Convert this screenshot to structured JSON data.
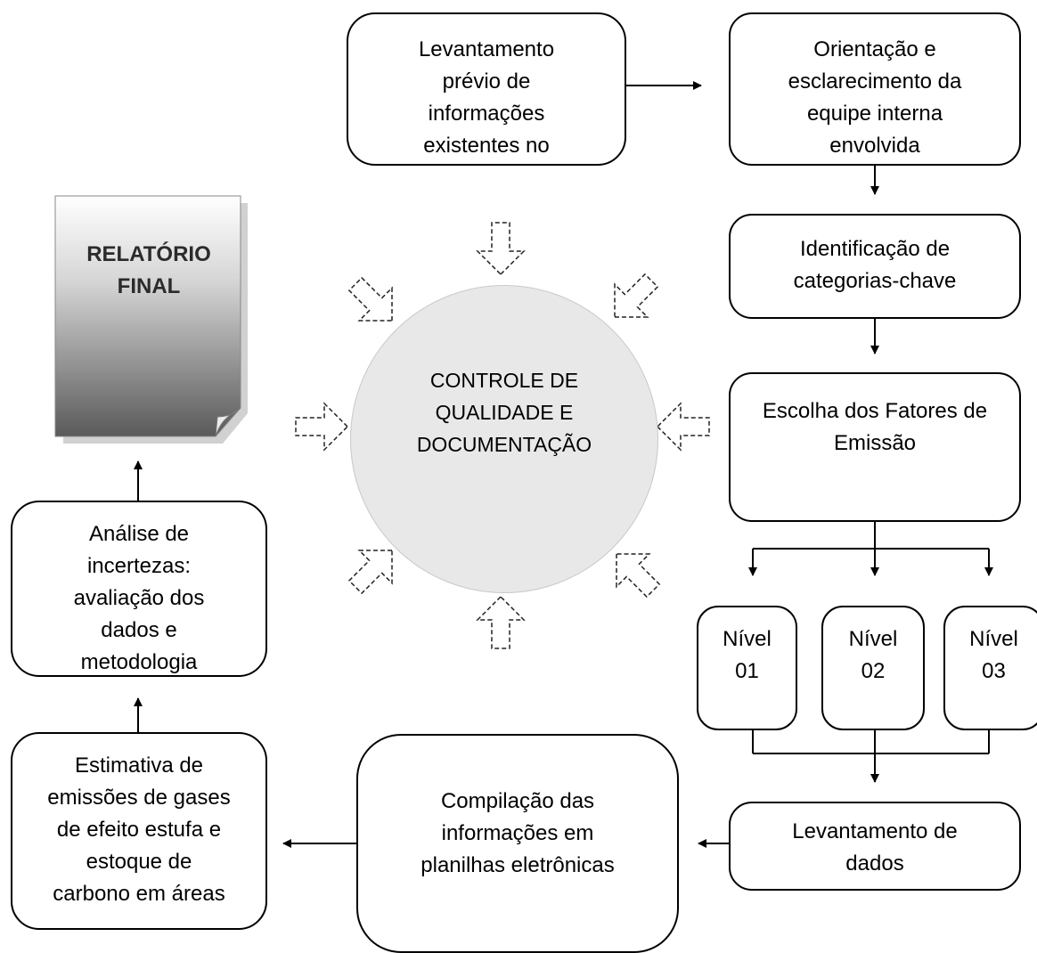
{
  "boxes": {
    "levantamento_previo": "Levantamento\nprévio de\ninformações\nexistentes no",
    "orientacao": "Orientação e\nesclarecimento da\nequipe interna\nenvolvida",
    "identificacao": "Identificação de\ncategorias-chave",
    "escolha": "Escolha dos Fatores de\nEmissão",
    "nivel_01": "Nível\n01",
    "nivel_02": "Nível\n02",
    "nivel_03": "Nível\n03",
    "levantamento_dados": "Levantamento de\ndados",
    "compilacao": "Compilação das\ninformações em\nplanilhas eletrônicas",
    "estimativa": "Estimativa de\nemissões de gases\nde efeito estufa e\nestoque de\ncarbono em áreas",
    "analise": "Análise de\nincertezas:\navaliação dos\ndados e\nmetodologia"
  },
  "center": "CONTROLE DE\nQUALIDADE E\nDOCUMENTAÇÃO",
  "report": "RELATÓRIO\nFINAL"
}
